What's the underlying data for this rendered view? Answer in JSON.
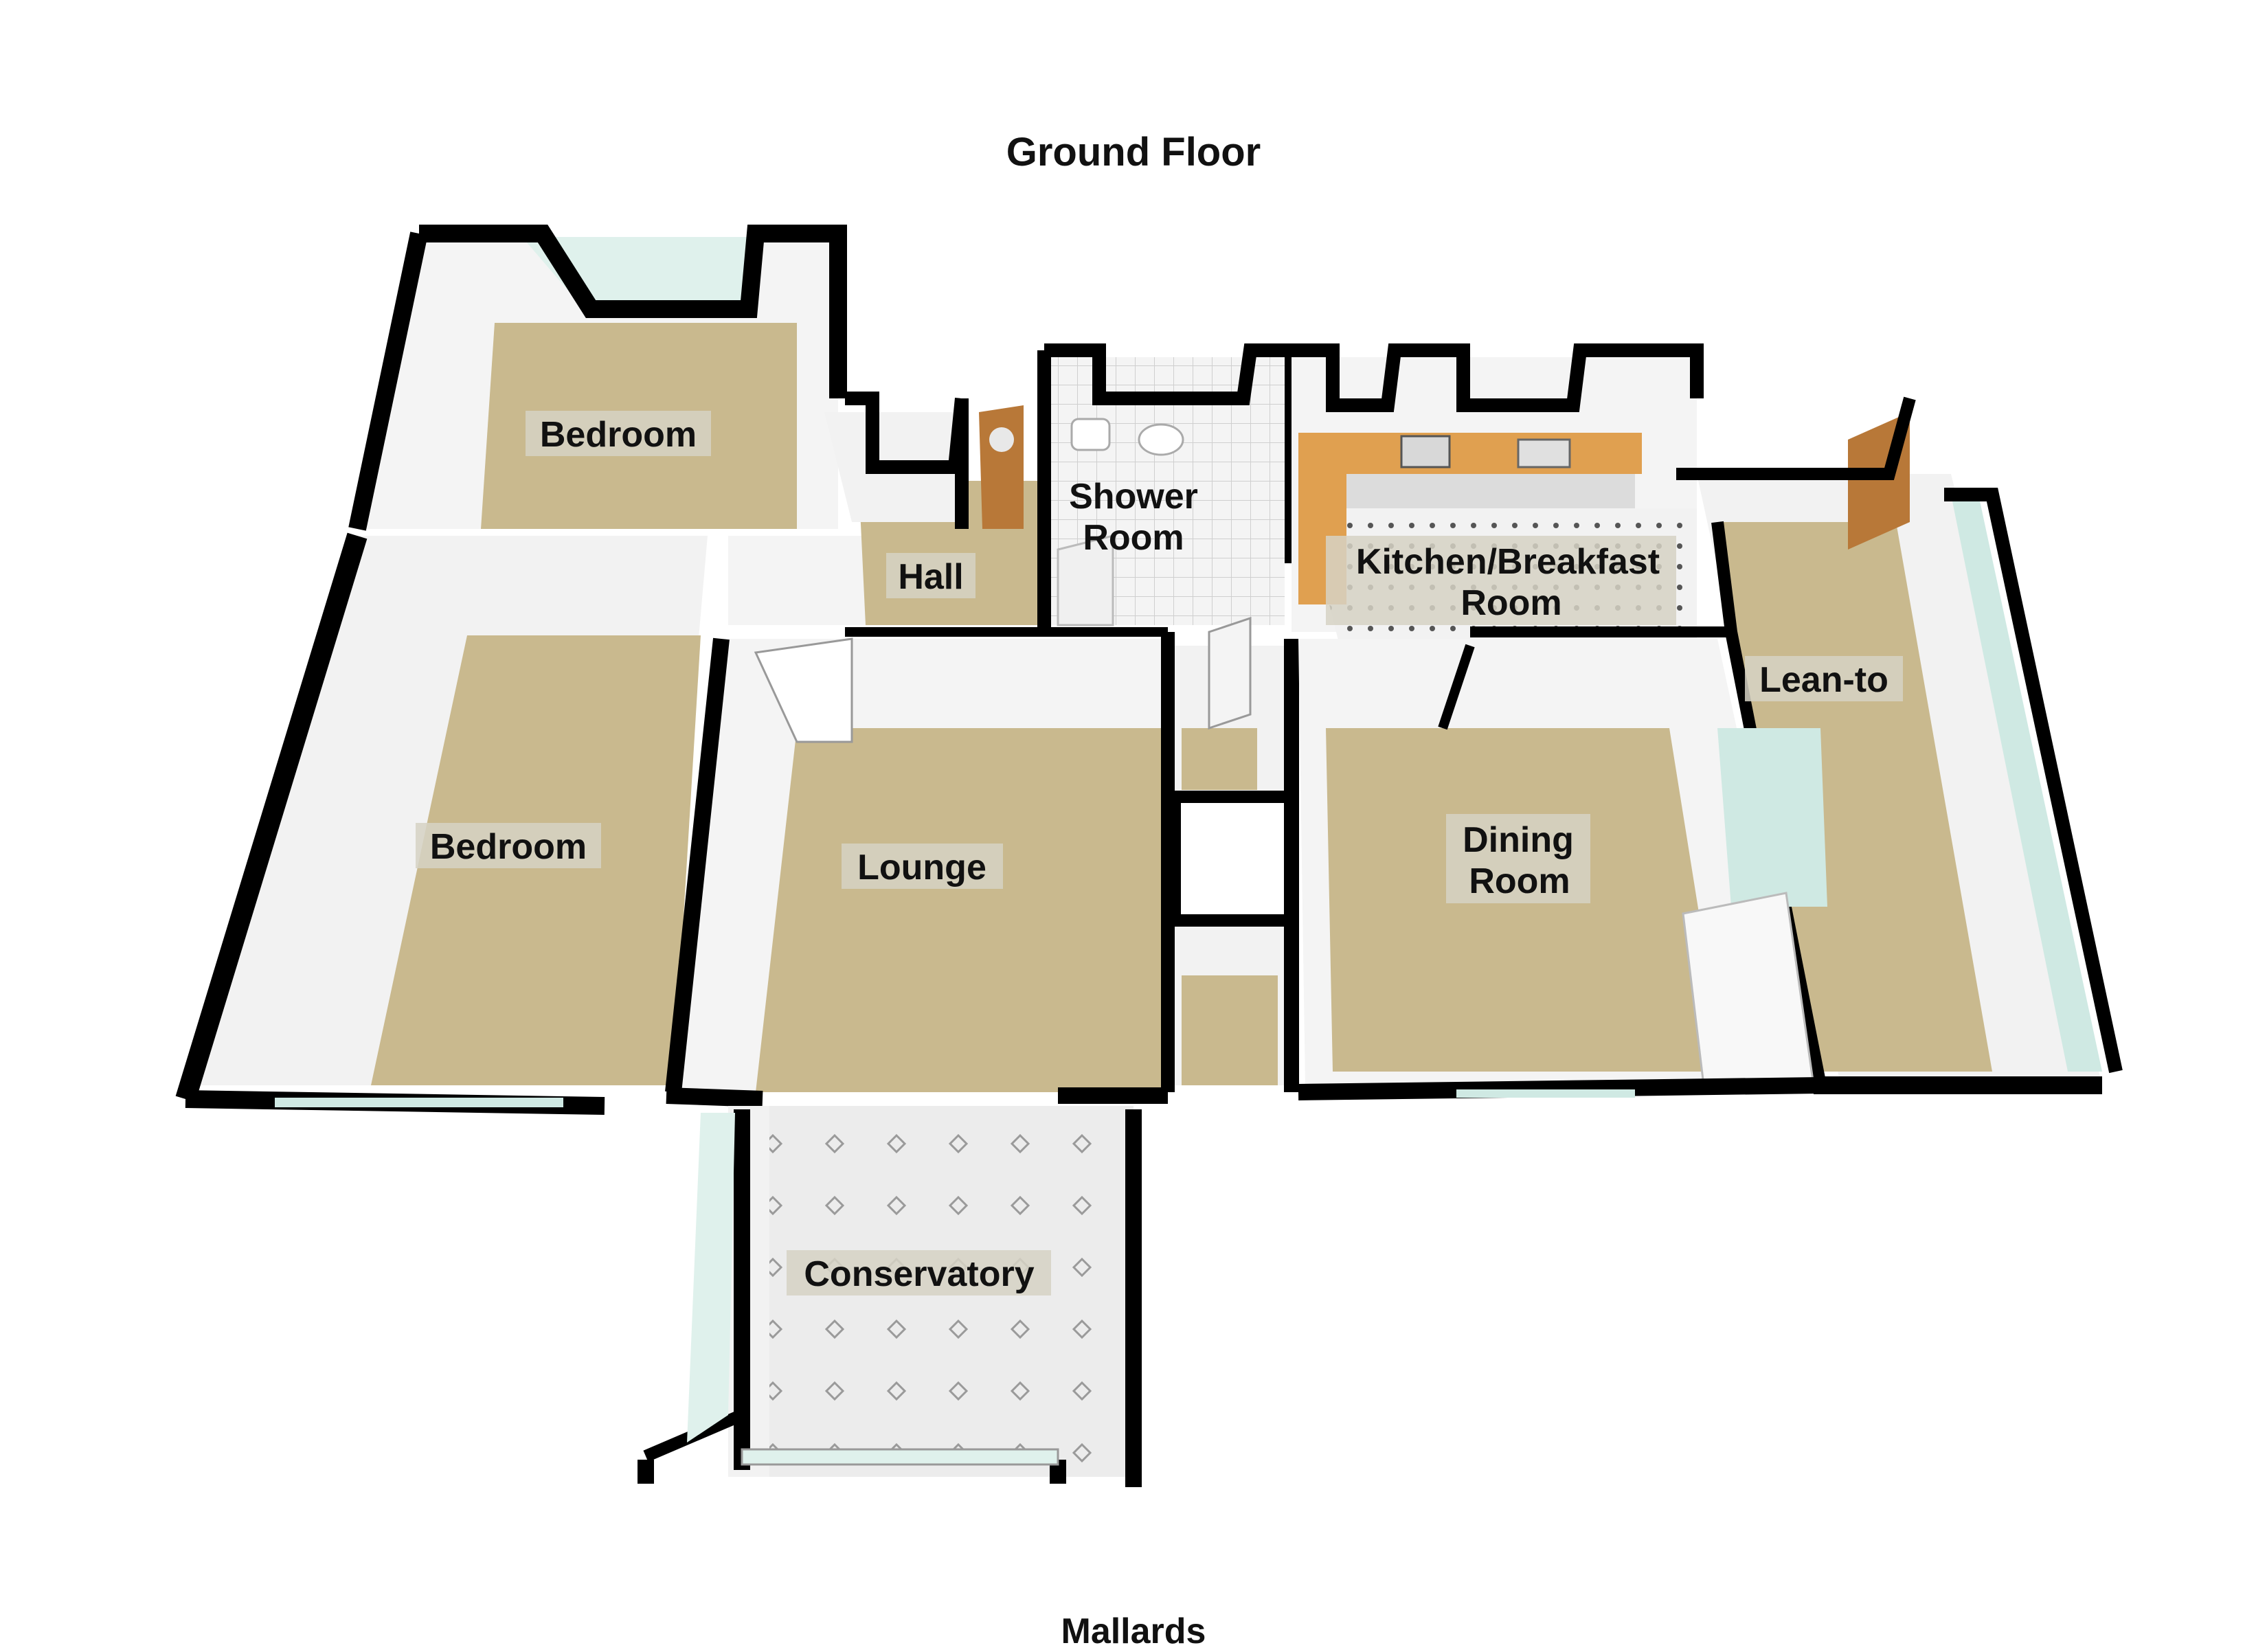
{
  "header": {
    "title": "Ground Floor"
  },
  "footer": {
    "caption": "Mallards"
  },
  "rooms": {
    "bedroom_top": {
      "label": "Bedroom"
    },
    "hall": {
      "label": "Hall"
    },
    "shower_room": {
      "line1": "Shower",
      "line2": "Room"
    },
    "kitchen": {
      "line1": "Kitchen/Breakfast",
      "line2": "Room"
    },
    "lean_to": {
      "label": "Lean-to"
    },
    "bedroom_left": {
      "label": "Bedroom"
    },
    "lounge": {
      "label": "Lounge"
    },
    "dining_room": {
      "line1": "Dining",
      "line2": "Room"
    },
    "conservatory": {
      "label": "Conservatory"
    }
  },
  "colors": {
    "wall": "#000000",
    "inner_wall": "#ffffff",
    "carpet": "#c9b98e",
    "tile": "#e8e8e8",
    "worktop": "#e0a050",
    "door": "#b87838",
    "glass": "#cfe9e3",
    "bath_tile": "#f2f2f2"
  }
}
